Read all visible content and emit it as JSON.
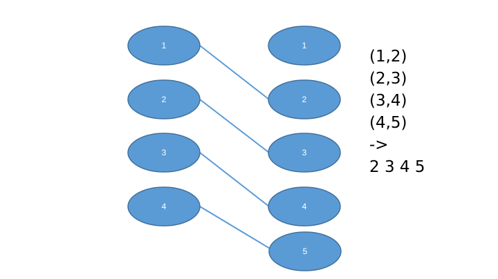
{
  "diagram": {
    "colors": {
      "node_fill": "#5b9bd5",
      "node_stroke": "#41719c",
      "edge": "#5b9bd5",
      "label": "#ffffff",
      "text": "#000000"
    },
    "left_column": [
      {
        "label": "1"
      },
      {
        "label": "2"
      },
      {
        "label": "3"
      },
      {
        "label": "4"
      }
    ],
    "right_column": [
      {
        "label": "1"
      },
      {
        "label": "2"
      },
      {
        "label": "3"
      },
      {
        "label": "4"
      },
      {
        "label": "5"
      }
    ],
    "edges": [
      {
        "from": "1",
        "to": "2"
      },
      {
        "from": "2",
        "to": "3"
      },
      {
        "from": "3",
        "to": "4"
      },
      {
        "from": "4",
        "to": "5"
      }
    ]
  },
  "notes": {
    "lines": [
      "(1,2)",
      "(2,3)",
      "(3,4)",
      "(4,5)",
      "->",
      "2 3 4 5"
    ]
  }
}
